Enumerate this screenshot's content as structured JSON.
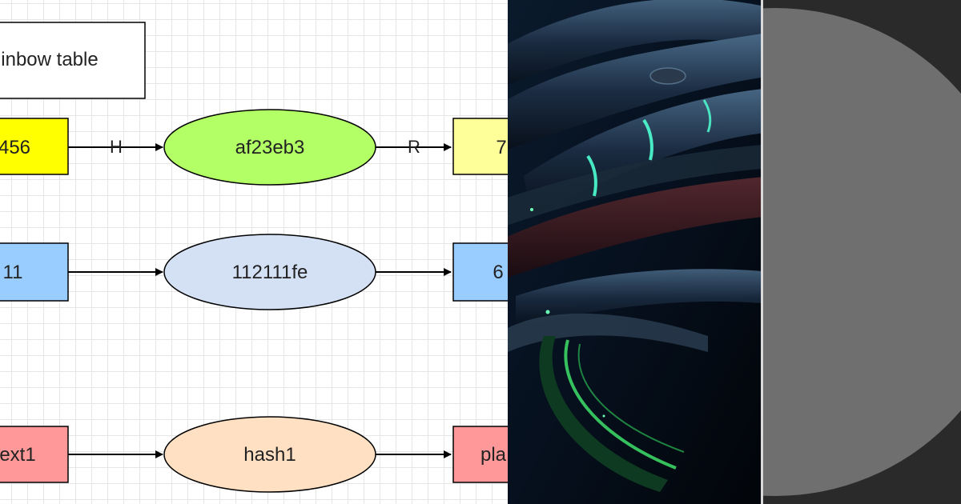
{
  "diagram": {
    "title": "inbow table",
    "rows": [
      {
        "left": "456",
        "left_color": "#ffff00",
        "edge1_label": "H",
        "middle": "af23eb3",
        "middle_color": "#b3ff66",
        "edge2_label": "R",
        "right": "7",
        "right_color": "#ffff99"
      },
      {
        "left": "11",
        "left_color": "#99ccff",
        "edge1_label": "",
        "middle": "112111fe",
        "middle_color": "#d4e1f5",
        "edge2_label": "",
        "right": "6",
        "right_color": "#99ccff"
      },
      {
        "left": "ext1",
        "left_color": "#ff9999",
        "edge1_label": "",
        "middle": "hash1",
        "middle_color": "#ffe0c2",
        "edge2_label": "",
        "right": "pla",
        "right_color": "#ff9999"
      }
    ]
  },
  "photo": {
    "subject": "dark futuristic tubes and cables with glowing green lights"
  },
  "decor": {
    "disc_color": "#6f6f6f",
    "background": "#2a2a2a"
  }
}
